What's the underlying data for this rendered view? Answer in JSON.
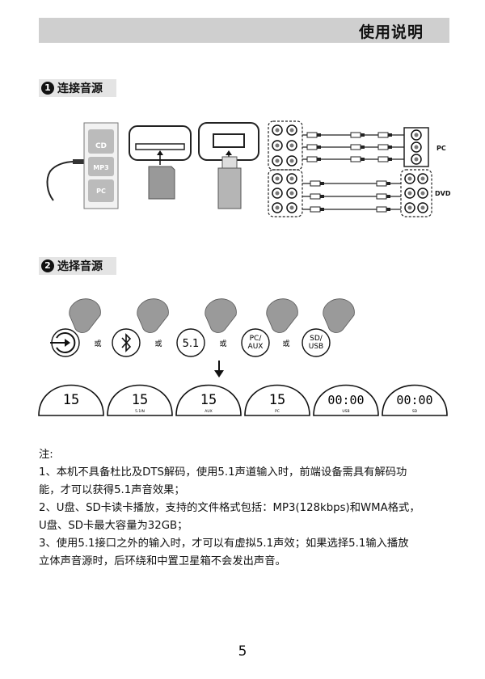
{
  "header": {
    "title": "使用说明"
  },
  "section1": {
    "number": "1",
    "label": "连接音源"
  },
  "section2": {
    "number": "2",
    "label": "选择音源"
  },
  "connection": {
    "card_labels": [
      "CD",
      "MP3",
      "PC"
    ],
    "pc_label": "PC",
    "dvd_label": "DVD"
  },
  "sources": {
    "or_text": "或",
    "buttons": [
      {
        "icon": "input-icon"
      },
      {
        "icon": "bluetooth-icon"
      },
      {
        "icon": "text",
        "label": "5.1"
      },
      {
        "icon": "text",
        "label": "PC/\nAUX"
      },
      {
        "icon": "text",
        "label": "SD/\nUSB"
      }
    ]
  },
  "displays": [
    {
      "value": "15",
      "label": ""
    },
    {
      "value": "15",
      "label": "5.1IN"
    },
    {
      "value": "15",
      "label": "AUX"
    },
    {
      "value": "15",
      "label": "PC"
    },
    {
      "value": "00:00",
      "label": "USB"
    },
    {
      "value": "00:00",
      "label": "SD"
    }
  ],
  "notes": [
    "注:",
    "1、本机不具备杜比及DTS解码，使用5.1声道输入时，前端设备需具有解码功",
    "能，才可以获得5.1声音效果；",
    "2、U盘、SD卡读卡播放，支持的文件格式包括：MP3(128kbps)和WMA格式，",
    "U盘、SD卡最大容量为32GB；",
    "3、使用5.1接口之外的输入时，才可以有虚拟5.1声效；如果选择5.1输入播放",
    "立体声音源时，后环绕和中置卫星箱不会发出声音。"
  ],
  "page_number": "5"
}
